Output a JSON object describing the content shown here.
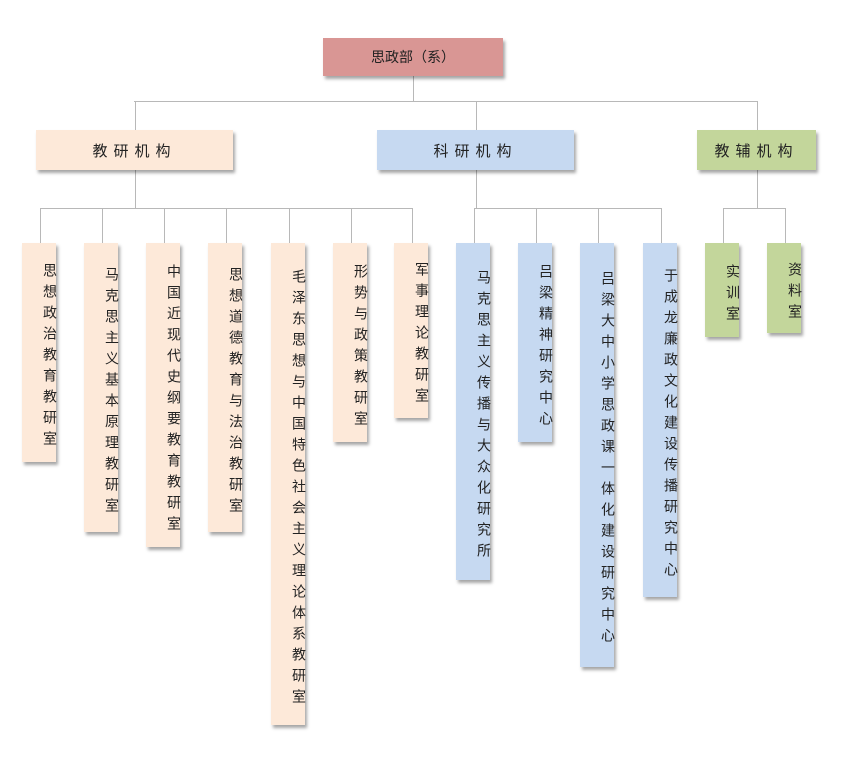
{
  "root": {
    "label": "思政部（系）",
    "color": "#d99694"
  },
  "groups": [
    {
      "label": "教研机构",
      "color": "#fde9d9",
      "children": [
        "思想政治教育教研室",
        "马克思主义基本原理教研室",
        "中国近现代史纲要教育教研室",
        "思想道德教育与法治教研室",
        "毛泽东思想与中国特色社会主义理论体系教研室",
        "形势与政策教研室",
        "军事理论教研室"
      ]
    },
    {
      "label": "科研机构",
      "color": "#c6d9f1",
      "children": [
        "马克思主义传播与大众化研究所",
        "吕梁精神研究中心",
        "吕梁大中小学思政课一体化建设研究中心",
        "于成龙廉政文化建设传播研究中心"
      ]
    },
    {
      "label": "教辅机构",
      "color": "#c3d69b",
      "children": [
        "实训室",
        "资料室"
      ]
    }
  ]
}
